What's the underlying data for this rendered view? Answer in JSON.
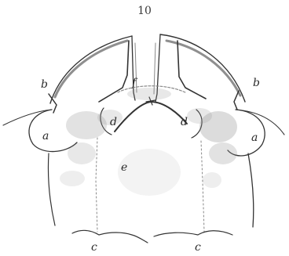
{
  "figure": {
    "number": "10",
    "labels": {
      "a_left": "a",
      "a_right": "a",
      "b_left": "b",
      "b_right": "b",
      "c_left": "c",
      "c_right": "c",
      "d_left": "d",
      "d_right": "d",
      "e": "e",
      "f": "f"
    }
  },
  "colors": {
    "ink": "#333333",
    "stipple": "#8a8a8a",
    "background": "#ffffff"
  }
}
